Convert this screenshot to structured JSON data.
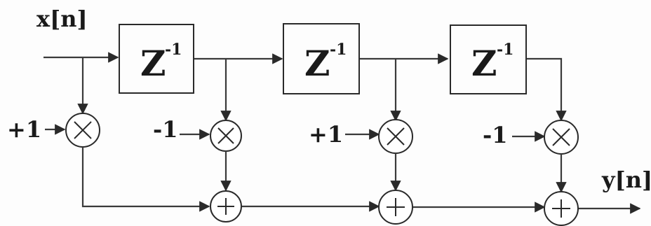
{
  "input_label": "x[n]",
  "output_label": "y[n]",
  "delay_blocks": [
    {
      "base": "Z",
      "exponent": "-1"
    },
    {
      "base": "Z",
      "exponent": "-1"
    },
    {
      "base": "Z",
      "exponent": "-1"
    }
  ],
  "coefficients": [
    "+1",
    "-1",
    "+1",
    "-1"
  ],
  "multiplier_symbol": "×",
  "adder_symbol": "+"
}
